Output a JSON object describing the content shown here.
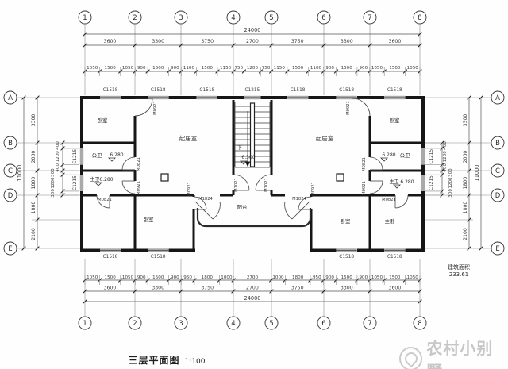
{
  "title": {
    "text": "三层平面图",
    "scale": "1:100"
  },
  "watermark": {
    "icon": "swirl-logo",
    "text": "农村小别墅"
  },
  "area_note": {
    "label": "建筑面积",
    "value": "233.61"
  },
  "axes": {
    "cols": [
      "1",
      "2",
      "3",
      "4",
      "5",
      "6",
      "7",
      "8"
    ],
    "rows": [
      "A",
      "B",
      "C",
      "D",
      "E"
    ]
  },
  "dims": {
    "overall_width": "24000",
    "overall_height": "11000",
    "col_spans": [
      "3600",
      "3300",
      "3750",
      "2700",
      "3750",
      "3300",
      "3600"
    ],
    "row_spans": [
      "3300",
      "2000",
      "1800",
      "1800",
      "2100"
    ],
    "top_detail": [
      "1050",
      "1500",
      "1050",
      "900",
      "1500",
      "900",
      "1100",
      "1500",
      "1150",
      "750",
      "1200",
      "750",
      "1150",
      "1500",
      "1100",
      "900",
      "1500",
      "900",
      "1050",
      "1500",
      "1050"
    ],
    "bottom_detail": [
      "1050",
      "1500",
      "1050",
      "900",
      "1500",
      "900",
      "950",
      "1800",
      "1000",
      "2700",
      "1000",
      "1800",
      "950",
      "900",
      "1500",
      "900",
      "1050",
      "1500",
      "1050"
    ],
    "left_inner": [
      "400",
      "1200",
      "400",
      "300",
      "1200",
      "300"
    ],
    "right_inner": [
      "400",
      "1200",
      "400",
      "300",
      "1200",
      "300"
    ]
  },
  "windows": {
    "top": [
      "C1518",
      "C1518",
      "C1518",
      "C1215",
      "C1518",
      "C1518",
      "C1518"
    ],
    "bottom": [
      "C1518",
      "C1518",
      "C1518",
      "C1518"
    ],
    "left": [
      "C1215",
      "C1215"
    ],
    "right": [
      "C1215",
      "C1215"
    ]
  },
  "doors": {
    "bedroom_tl": "M0921",
    "bedroom_tr": "M0921",
    "bath_left": "M0821",
    "bath_right": "M0821",
    "mbath_left": "M0921",
    "mbath_right": "M0921",
    "room_bl": "M0821",
    "master_br": "M0821",
    "bedroom_bl": "M0921",
    "bedroom_br": "M0921",
    "balcony_left": "M1824",
    "balcony_right": "M1824",
    "hall_left": "M1021",
    "hall_right": "M1021"
  },
  "rooms": {
    "bedroom_tl": "卧室",
    "bedroom_tr": "卧室",
    "living_left": "起居室",
    "living_right": "起居室",
    "bath_left": "公卫",
    "bath_right": "公卫",
    "mbath_left": "主卫",
    "mbath_right": "主卫",
    "bedroom_bl": "卧室",
    "bedroom_br": "卧室",
    "master": "主卧",
    "balcony": "阳台",
    "stair_down": "下"
  },
  "levels": {
    "hall": "6.300",
    "bath": "6.280"
  }
}
